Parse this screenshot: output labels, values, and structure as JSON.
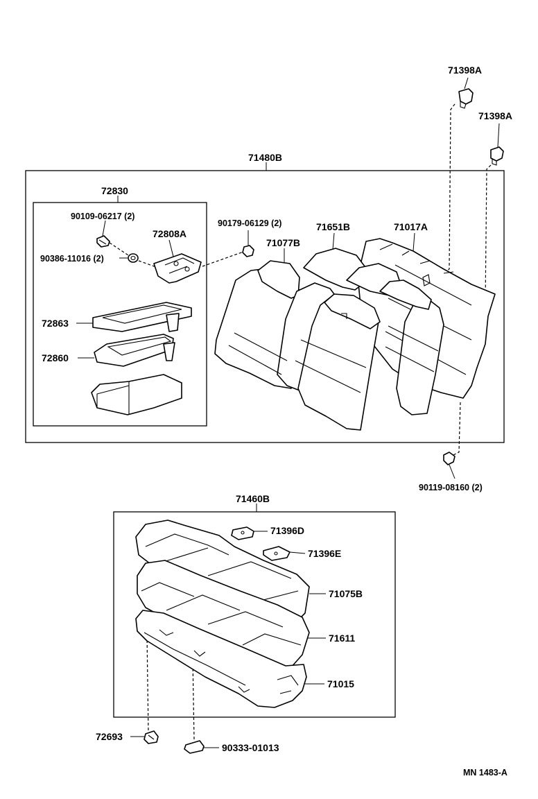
{
  "labels": {
    "clip_upper_1": "71398A",
    "clip_upper_2": "71398A",
    "back_assy": "71480B",
    "armrest_assy": "72830",
    "bolt_armrest": "90109-06217 (2)",
    "hinge": "72808A",
    "washer": "90386-11016 (2)",
    "cover_armrest": "72863",
    "pad_armrest": "72860",
    "nut_back": "90179-06129 (2)",
    "back_cover": "71077B",
    "back_pad": "71651B",
    "back_frame": "71017A",
    "nut_lower": "90119-08160 (2)",
    "cushion_assy": "71460B",
    "bracket_d": "71396D",
    "bracket_e": "71396E",
    "cushion_cover": "71075B",
    "cushion_pad": "71611",
    "cushion_frame": "71015",
    "clip_cushion": "72693",
    "plate": "90333-01013",
    "diagram_code": "MN 1483-A"
  }
}
